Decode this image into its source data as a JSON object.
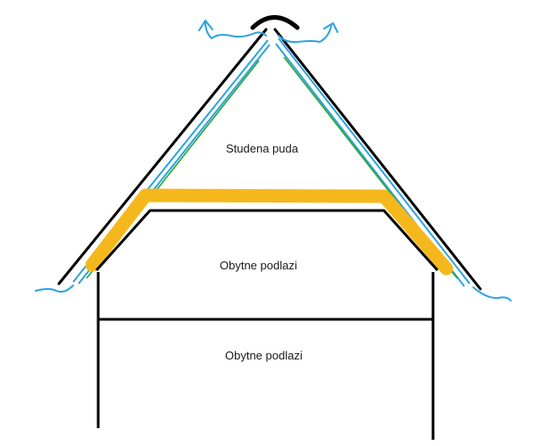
{
  "labels": {
    "attic": "Studena puda",
    "upper_floor": "Obytne podlazi",
    "lower_floor": "Obytne podlazi"
  },
  "colors": {
    "structure": "#000000",
    "insulation": "#f5b81c",
    "vapor_membrane": "#2fa62f",
    "airflow": "#2ba3e0",
    "background": "#ffffff"
  }
}
